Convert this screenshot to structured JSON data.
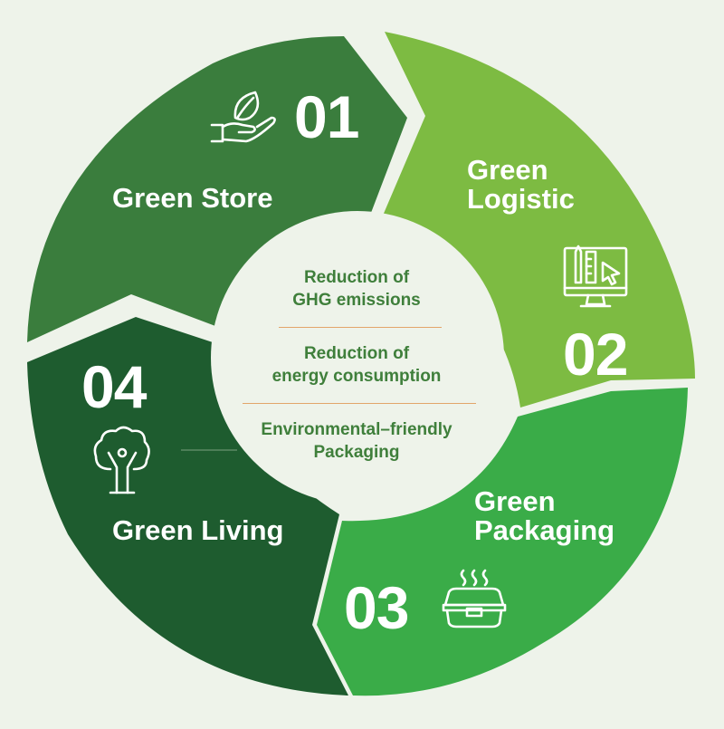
{
  "segments": [
    {
      "number": "01",
      "title_lines": [
        "Green Store"
      ],
      "color": "#3a7d3d",
      "icon": "hand-leaf-icon"
    },
    {
      "number": "02",
      "title_lines": [
        "Green",
        "Logistic"
      ],
      "color": "#7dbb42",
      "icon": "design-monitor-icon"
    },
    {
      "number": "03",
      "title_lines": [
        "Green",
        "Packaging"
      ],
      "color": "#3aac48",
      "icon": "food-box-icon"
    },
    {
      "number": "04",
      "title_lines": [
        "Green Living"
      ],
      "color": "#1e5c2f",
      "icon": "tree-person-icon"
    }
  ],
  "center": {
    "items": [
      {
        "lines": [
          "Reduction of",
          "GHG emissions"
        ]
      },
      {
        "lines": [
          "Reduction of",
          "energy consumption"
        ]
      },
      {
        "lines": [
          "Environmental–friendly",
          "Packaging"
        ]
      }
    ],
    "text_color": "#3f7f3b",
    "divider_color": "#e2a56a",
    "background": "#eef3ea"
  }
}
